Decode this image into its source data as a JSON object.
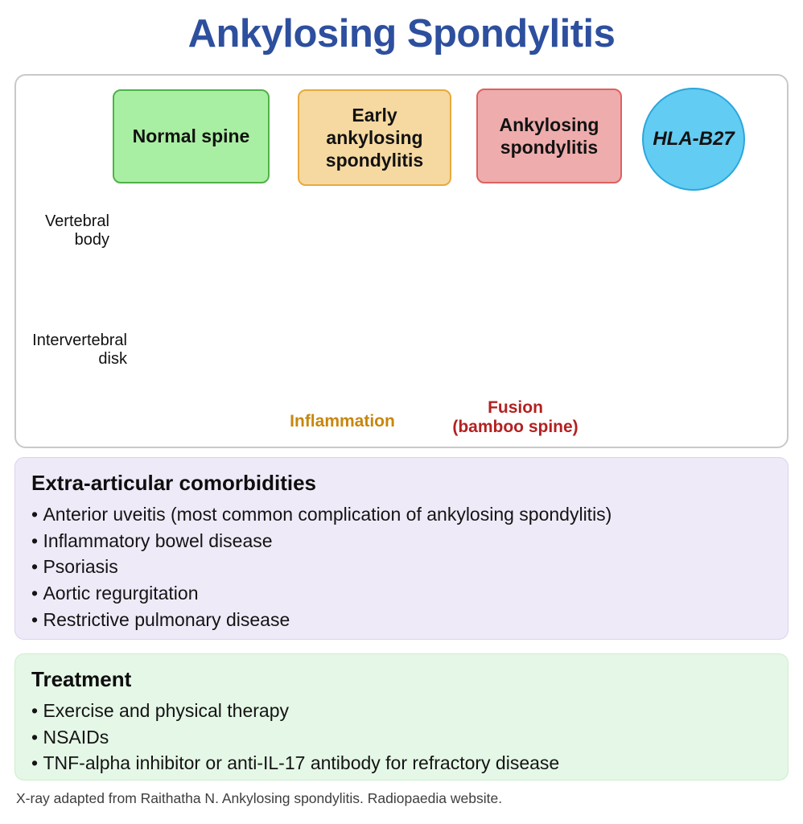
{
  "title": "Ankylosing Spondylitis",
  "header_labels": [
    {
      "label": "Normal spine"
    },
    {
      "label": "Early ankylosing spondylitis"
    },
    {
      "label": "Ankylosing spondylitis"
    },
    {
      "label": "HLA-B27"
    }
  ],
  "anatomy_labels": {
    "vertebral_body": "Vertebral body",
    "intervertebral_disk": "Intervertebral disk",
    "inflammation": "Inflammation",
    "fusion_line1": "Fusion",
    "fusion_line2": "(bamboo spine)"
  },
  "comorbidities": {
    "heading": "Extra-articular comorbidities",
    "items": [
      "Anterior uveitis (most common complication of ankylosing spondylitis)",
      "Inflammatory bowel disease",
      "Psoriasis",
      "Aortic regurgitation",
      "Restrictive pulmonary disease"
    ]
  },
  "treatment": {
    "heading": "Treatment",
    "items": [
      "Exercise and physical therapy",
      "NSAIDs",
      "TNF-alpha inhibitor or anti-IL-17 antibody for refractory disease"
    ]
  },
  "footer": "X-ray adapted from Raithatha N. Ankylosing spondylitis. Radiopaedia website.",
  "colors": {
    "title_blue": "#2d4f9e",
    "panel_border": "#c9c9c9",
    "normal_fill": "#a9efa3",
    "normal_border": "#4fb348",
    "early_fill": "#f6d9a1",
    "early_border": "#e9a93c",
    "as_fill": "#eeacac",
    "as_border": "#de6161",
    "hla_fill": "#63ccf2",
    "hla_border": "#2aa6dd",
    "inflammation_text": "#c7860d",
    "fusion_text": "#b32121",
    "comorbid_bg": "#efeaf8",
    "comorbid_border": "#dcd2ee",
    "treatment_bg": "#e5f7e6",
    "treatment_border": "#cdeccd",
    "bone": "#eddab3",
    "bone_outline": "#a9874f",
    "disk": "#a3c2c6",
    "disk_outline": "#769a9e",
    "inflam_red": "#e4837b",
    "footer_gray": "#3e3e3e"
  }
}
